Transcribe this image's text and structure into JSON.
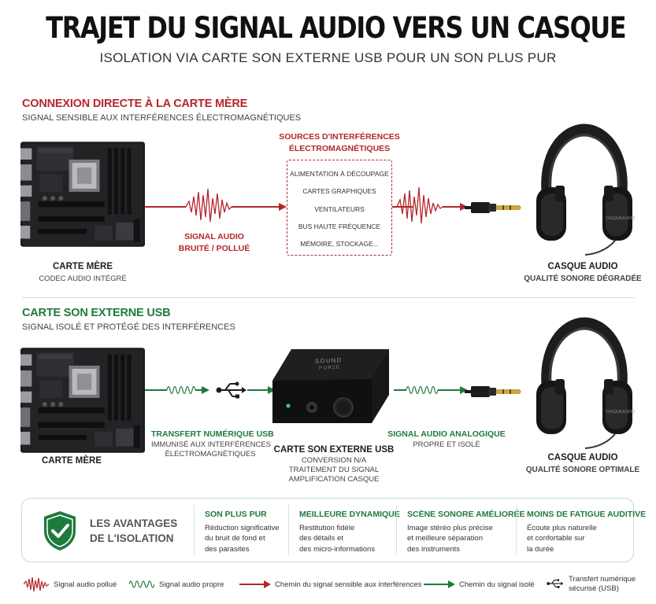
{
  "title": "TRAJET DU SIGNAL AUDIO VERS UN CASQUE",
  "subtitle": "ISOLATION VIA CARTE SON EXTERNE USB POUR UN SON PLUS PUR",
  "colors": {
    "polluted": "#b5262b",
    "clean": "#1f7a3d"
  },
  "top": {
    "heading": "CONNEXION DIRECTE À LA CARTE MÈRE",
    "subheading": "SIGNAL SENSIBLE AUX INTERFÉRENCES ÉLECTROMAGNÉTIQUES",
    "motherboard": {
      "label": "CARTE MÈRE",
      "sublabel": "CODEC AUDIO INTÉGRÉ"
    },
    "signal_label": [
      "SIGNAL AUDIO",
      "BRUITÉ / POLLUÉ"
    ],
    "interference": {
      "title": [
        "SOURCES D'INTERFÉRENCES",
        "ÉLECTROMAGNÉTIQUES"
      ],
      "items": [
        "ALIMENTATION À DÉCOUPAGE",
        "CARTES GRAPHIQUES",
        "VENTILATEURS",
        "BUS HAUTE FRÉQUENCE",
        "MÉMOIRE, STOCKAGE..."
      ]
    },
    "headphones": {
      "label": "CASQUE AUDIO",
      "quality": "QUALITÉ SONORE DÉGRADÉE",
      "brand": "CASQUEAUDIO"
    }
  },
  "bottom": {
    "heading_a": "CARTE SON EXTERNE ",
    "heading_b": "USB",
    "subheading": "SIGNAL ISOLÉ ET PROTÉGÉ DES INTERFÉRENCES",
    "motherboard": {
      "label": "CARTE MÈRE"
    },
    "usb_label": {
      "title": "TRANSFERT NUMÉRIQUE USB",
      "lines": [
        "IMMUNISÉ AUX INTERFÉRENCES",
        "ÉLECTROMAGNÉTIQUES"
      ]
    },
    "soundcard": {
      "label": "CARTE SON EXTERNE USB",
      "lines": [
        "CONVERSION N/A",
        "TRAITEMENT DU SIGNAL",
        "AMPLIFICATION CASQUE"
      ],
      "brand_1": "SOUND",
      "brand_2": "PUR2E"
    },
    "analog_label": {
      "title": "SIGNAL AUDIO ANALOGIQUE",
      "sub": "PROPRE ET ISOLÉ"
    },
    "headphones": {
      "label": "CASQUE AUDIO",
      "quality": "QUALITÉ SONORE OPTIMALE",
      "brand": "CASQUEAUDIO"
    }
  },
  "benefits": {
    "title": [
      "LES AVANTAGES",
      "DE L'ISOLATION"
    ],
    "cols": [
      {
        "heading": "SON PLUS PUR",
        "lines": [
          "Réduction significative",
          "du bruit de fond et",
          "des parasites"
        ]
      },
      {
        "heading": "MEILLEURE DYNAMIQUE",
        "lines": [
          "Restitution fidèle",
          "des détails et",
          "des micro-informations"
        ]
      },
      {
        "heading": "SCÈNE SONORE AMÉLIORÉE",
        "lines": [
          "Image stéréo plus précise",
          "et meilleure séparation",
          "des instruments"
        ]
      },
      {
        "heading": "MOINS DE FATIGUE AUDITIVE",
        "lines": [
          "Écoute plus naturelle",
          "et confortable sur",
          "la durée"
        ]
      }
    ]
  },
  "legend": [
    {
      "label": "Signal audio pollué",
      "icon": "noisy-wave-icon"
    },
    {
      "label": "Signal audio propre",
      "icon": "clean-wave-icon"
    },
    {
      "label": "Chemin du signal sensible aux interférences",
      "icon": "red-arrow-icon"
    },
    {
      "label": "Chemin du signal isolé",
      "icon": "green-arrow-icon"
    },
    {
      "label": [
        "Transfert numérique",
        "sécurisé (USB)"
      ],
      "icon": "usb-icon"
    }
  ]
}
